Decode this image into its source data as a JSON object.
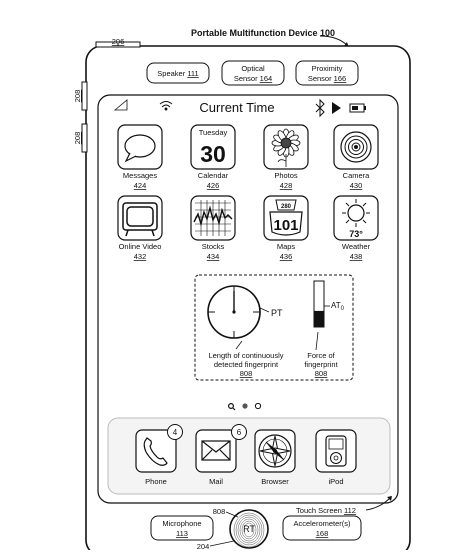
{
  "figure": {
    "title": "Portable Multifunction Device 100",
    "ref_206": "206",
    "ref_208a": "208",
    "ref_208b": "208",
    "ref_204": "204",
    "ref_808": "808"
  },
  "hardware": {
    "speaker": {
      "label": "Speaker",
      "num": "111"
    },
    "optical_sensor": {
      "label1": "Optical",
      "label2": "Sensor",
      "num": "164"
    },
    "proximity_sensor": {
      "label1": "Proximity",
      "label2": "Sensor",
      "num": "166"
    },
    "microphone": {
      "label": "Microphone",
      "num": "113"
    },
    "accelerometer": {
      "label": "Accelerometer(s)",
      "num": "168"
    },
    "touch_screen": {
      "label": "Touch Screen",
      "num": "112"
    },
    "home_button": {
      "label": "RT"
    }
  },
  "status_bar": {
    "title": "Current Time"
  },
  "apps": [
    {
      "label": "Messages",
      "num": "424"
    },
    {
      "label": "Calendar",
      "num": "426",
      "day": "Tuesday",
      "date": "30"
    },
    {
      "label": "Photos",
      "num": "428"
    },
    {
      "label": "Camera",
      "num": "430"
    },
    {
      "label": "Online Video",
      "num": "432"
    },
    {
      "label": "Stocks",
      "num": "434"
    },
    {
      "label": "Maps",
      "num": "436",
      "sign": "280",
      "sign2": "101"
    },
    {
      "label": "Weather",
      "num": "438",
      "temp": "73°"
    }
  ],
  "fingerprint_panel": {
    "dial_label": "PT",
    "bar_label": "AT",
    "bar_sub": "0",
    "caption_left_1": "Length of continuously",
    "caption_left_2": "detected fingerprint",
    "caption_left_num": "808",
    "caption_right_1": "Force of",
    "caption_right_2": "fingerprint",
    "caption_right_num": "808",
    "force_fill_fraction": 0.35
  },
  "dock": [
    {
      "label": "Phone",
      "badge": "4"
    },
    {
      "label": "Mail",
      "badge": "6"
    },
    {
      "label": "Browser"
    },
    {
      "label": "iPod"
    }
  ]
}
